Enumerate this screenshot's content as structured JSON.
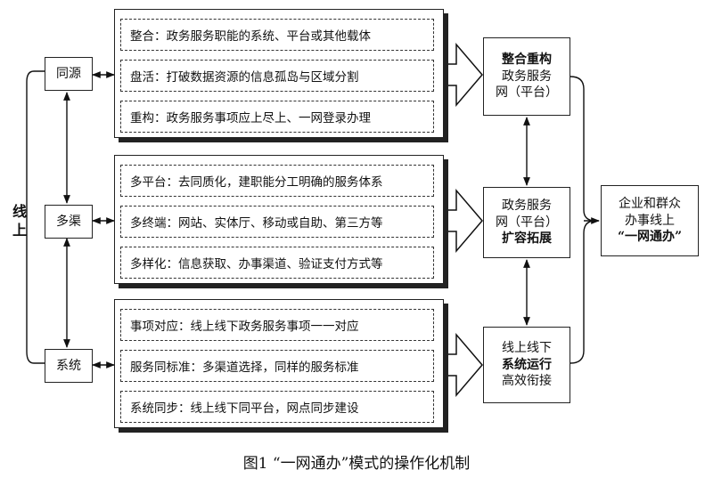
{
  "side_label": "线上",
  "nodes": {
    "tongyuan": "同源",
    "duoqu": "多渠",
    "xitong": "系统"
  },
  "groups": [
    {
      "items": [
        "整合：政务服务职能的系统、平台或其他载体",
        "盘活：打破数据资源的信息孤岛与区域分割",
        "重构：政务服务事项应上尽上、一网登录办理"
      ]
    },
    {
      "items": [
        "多平台：去同质化，建职能分工明确的服务体系",
        "多终端：网站、实体厅、移动或自助、第三方等",
        "多样化：信息获取、办事渠道、验证支付方式等"
      ]
    },
    {
      "items": [
        "事项对应：线上线下政务服务事项一一对应",
        "服务同标准：多渠道选择，同样的服务标准",
        "系统同步：线上线下同平台，网点同步建设"
      ]
    }
  ],
  "results": [
    {
      "bold": "整合重构",
      "line2": "政务服务",
      "line3": "网（平台）"
    },
    {
      "line1": "政务服务",
      "line2": "网（平台）",
      "bold": "扩容拓展"
    },
    {
      "line1": "线上线下",
      "bold": "系统运行",
      "line3": "高效衔接"
    }
  ],
  "outcome": {
    "line1": "企业和群众",
    "line2": "办事线上",
    "line3": "“一网通办”"
  },
  "caption": "图1  “一网通办”模式的操作化机制"
}
